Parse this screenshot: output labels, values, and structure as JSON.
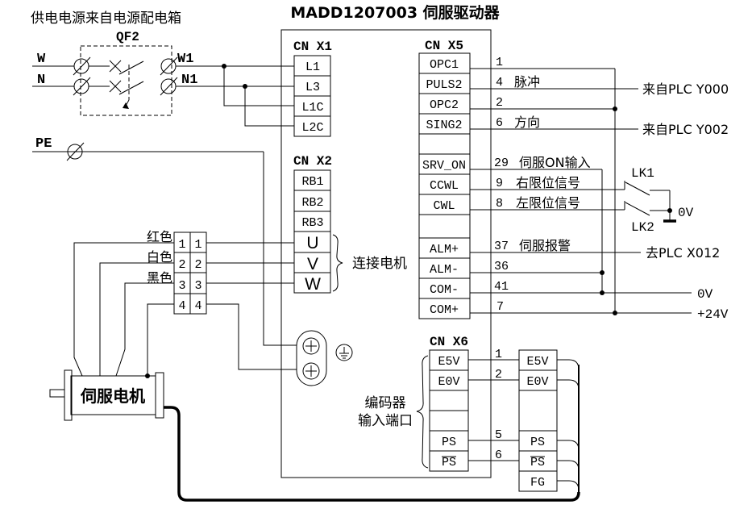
{
  "title": "MADD1207003  伺服驱动器",
  "power_source_label": "供电电源来自电源配电箱",
  "breaker": {
    "name": "QF2",
    "line_w": "W",
    "line_n": "N",
    "line_w1": "W1",
    "line_n1": "N1",
    "pe": "PE"
  },
  "cn_x1": {
    "label": "CN X1",
    "pins": [
      "L1",
      "L3",
      "L1C",
      "L2C"
    ]
  },
  "cn_x2": {
    "label": "CN X2",
    "pins": [
      "RB1",
      "RB2",
      "RB3",
      "U",
      "V",
      "W"
    ],
    "note": "连接电机"
  },
  "cn_x5": {
    "label": "CN X5",
    "rows": [
      {
        "name": "OPC1",
        "pin": "1",
        "desc": ""
      },
      {
        "name": "PULS2",
        "pin": "4",
        "desc": "脉冲"
      },
      {
        "name": "OPC2",
        "pin": "2",
        "desc": ""
      },
      {
        "name": "SING2",
        "pin": "6",
        "desc": "方向"
      },
      {
        "name": "SRV_ON",
        "pin": "29",
        "desc": "伺服ON输入"
      },
      {
        "name": "CCWL",
        "pin": "9",
        "desc": "右限位信号"
      },
      {
        "name": "CWL",
        "pin": "8",
        "desc": "左限位信号"
      },
      {
        "name": "ALM+",
        "pin": "37",
        "desc": "伺服报警"
      },
      {
        "name": "ALM-",
        "pin": "36",
        "desc": ""
      },
      {
        "name": "COM-",
        "pin": "41",
        "desc": ""
      },
      {
        "name": "COM+",
        "pin": "7",
        "desc": ""
      }
    ]
  },
  "cn_x6": {
    "label": "CN X6",
    "pin_numbers": [
      "1",
      "2",
      "5",
      "6"
    ],
    "left_pins": [
      "E5V",
      "E0V",
      "PS",
      "PS"
    ],
    "right_pins": [
      "E5V",
      "E0V",
      "PS",
      "PS",
      "FG"
    ],
    "note_line1": "编码器",
    "note_line2": "输入端口"
  },
  "external": {
    "plc_y000": "来自PLC Y000",
    "plc_y002": "来自PLC Y002",
    "lk1": "LK1",
    "lk2": "LK2",
    "limit_common": "0V",
    "plc_x012": "去PLC X012",
    "zero_volt": "0V",
    "plus_24v": "+24V"
  },
  "terminal_block": {
    "left_numbers": [
      "1",
      "2",
      "3",
      "4"
    ],
    "right_numbers": [
      "1",
      "2",
      "3",
      "4"
    ],
    "colors": [
      "红色",
      "白色",
      "黑色"
    ]
  },
  "motor": {
    "label": "伺服电机"
  }
}
